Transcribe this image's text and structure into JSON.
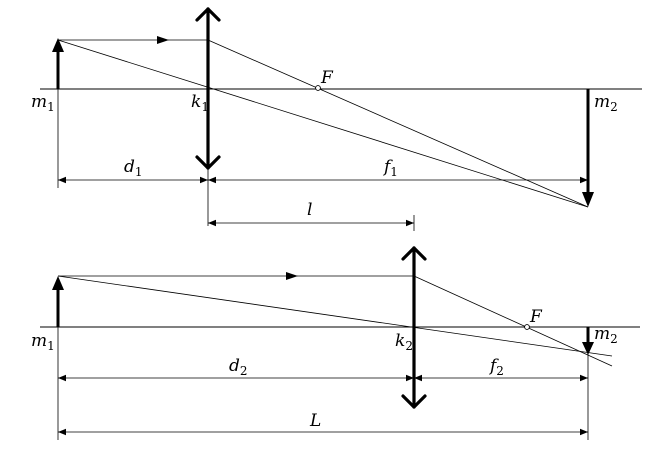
{
  "top": {
    "object_label": "m",
    "object_sub": "1",
    "lens_label": "k",
    "lens_sub": "1",
    "focus_label": "F",
    "image_label": "m",
    "image_sub": "2",
    "d_label": "d",
    "d_sub": "1",
    "f_label": "f",
    "f_sub": "1",
    "shift_label": "l"
  },
  "bottom": {
    "object_label": "m",
    "object_sub": "1",
    "lens_label": "k",
    "lens_sub": "2",
    "focus_label": "F",
    "image_label": "m",
    "image_sub": "2",
    "d_label": "d",
    "d_sub": "2",
    "f_label": "f",
    "f_sub": "2",
    "total_label": "L"
  }
}
